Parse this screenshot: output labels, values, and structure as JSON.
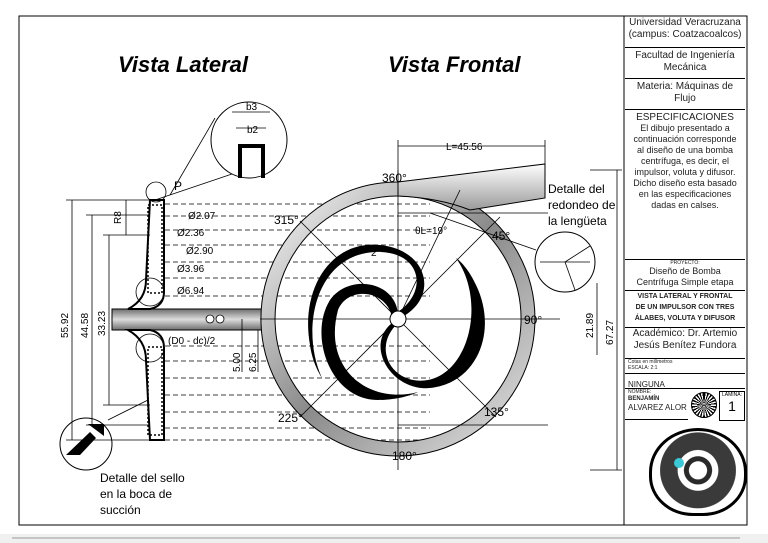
{
  "views": {
    "lateral_title": "Vista Lateral",
    "frontal_title": "Vista Frontal"
  },
  "detail_callouts": {
    "tongue_line1": "Detalle del",
    "tongue_line2": "redondeo de",
    "tongue_line3": "la lengüeta",
    "seal_line1": "Detalle del sello",
    "seal_line2": "en la boca de",
    "seal_line3": "succión"
  },
  "lateral_dimensions": {
    "b3": "b3",
    "b2": "b2",
    "p": "P",
    "r8": "R8",
    "d1": "Ø2.07",
    "d2": "Ø2.36",
    "d3": "Ø2.90",
    "d4": "Ø3.96",
    "d5": "Ø6.94",
    "h1": "55.92",
    "h2": "44.58",
    "h3": "33.23",
    "v1": "5.00",
    "v2": "6.25",
    "relation": "(D0 - dc)/2"
  },
  "frontal_dimensions": {
    "length": "L=45.56",
    "angle_360": "360°",
    "angle_315": "315°",
    "angle_45": "45°",
    "angle_90": "90°",
    "angle_135": "135°",
    "angle_180": "180°",
    "angle_225": "225°",
    "theta": "θL=19°",
    "small": "2",
    "h_right": "21.89",
    "h_total": "67.27"
  },
  "title_block": {
    "university": "Universidad Veracruzana",
    "campus": "(campus: Coatzacoalcos)",
    "faculty_line1": "Facultad de Ingeniería",
    "faculty_line2": "Mecánica",
    "subject_line1": "Materia: Máquinas de",
    "subject_line2": "Flujo",
    "spec_title": "ESPECIFICACIONES",
    "spec_lines": [
      "El dibujo presentado a",
      "continuación corresponde",
      "al diseño de una bomba",
      "centrífuga, es decir, el",
      "impulsor, voluta y difusor.",
      "Dicho diseño esta basado",
      "en las especificaciones",
      "dadas en calses."
    ],
    "project_label": "PROYECTO:",
    "project_line1": "Diseño de Bomba",
    "project_line2": "Centrífuga Simple etapa",
    "view_lines": [
      "VISTA LATERAL Y FRONTAL",
      "DE UN IMPULSOR CON TRES",
      "ÁLABES, VOLUTA Y DIFUSOR"
    ],
    "academic_line1": "Académico: Dr. Artemio",
    "academic_line2": "Jesús Benítez Fundora",
    "units": "Cotas en milímetros",
    "scale": "ESCALA: 2:1",
    "tolerance_value": "NINGUNA",
    "name_label": "NOMBRE:",
    "name_line1": "BENJAMÍN",
    "name_line2": "ALVAREZ ALOR",
    "sheet_label": "LÁMINA:",
    "sheet_number": "1"
  }
}
